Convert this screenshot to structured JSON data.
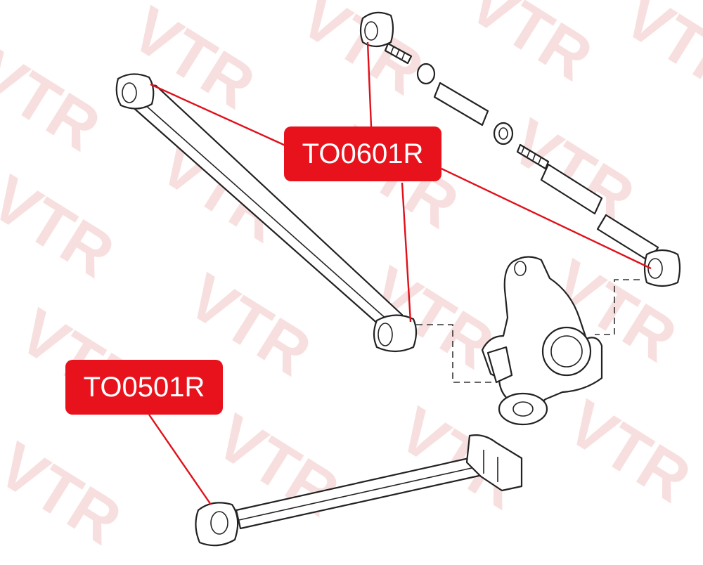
{
  "watermark": {
    "text": "VTR",
    "color": "#f4c6c6"
  },
  "accent_color": "#e8121c",
  "callouts": [
    {
      "id": "upper",
      "label": "TO0601R"
    },
    {
      "id": "lower",
      "label": "TO0501R"
    }
  ]
}
